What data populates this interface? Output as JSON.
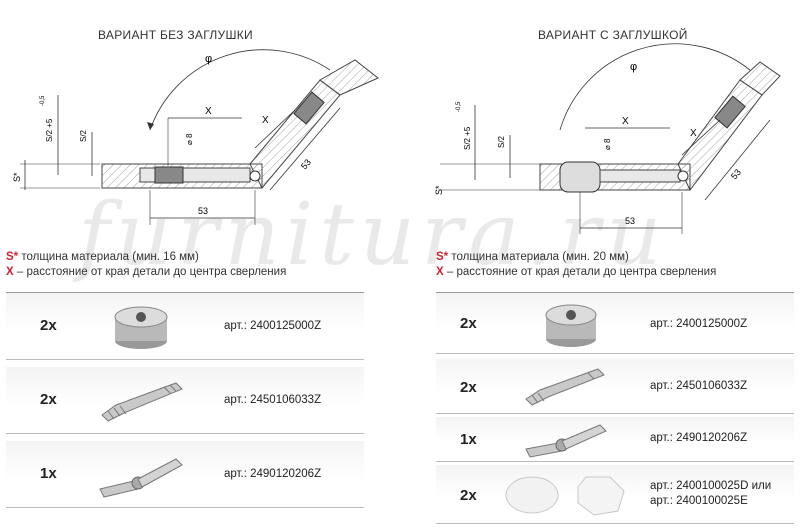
{
  "left": {
    "title": "ВАРИАНТ БЕЗ ЗАГЛУШКИ",
    "legend_s_sym": "S*",
    "legend_s_text": " толщина материала  (мин. 16 мм)",
    "legend_x_sym": "X",
    "legend_x_text": " – расстояние от края детали до центра сверления",
    "dims": {
      "phi": "φ",
      "x": "X",
      "d8": "⌀ 8",
      "s": "S*",
      "s2": "S/2",
      "s25": "S/2 +5",
      "sup": "-0,5",
      "d53a": "53",
      "d53b": "53"
    },
    "rows": [
      {
        "qty": "2x",
        "part": "cam-housing",
        "art": "арт.: 2400125000Z"
      },
      {
        "qty": "2x",
        "part": "dowel-bolt",
        "art": "арт.: 2450106033Z"
      },
      {
        "qty": "1x",
        "part": "angle-connector",
        "art": "арт.: 2490120206Z"
      }
    ]
  },
  "right": {
    "title": "ВАРИАНТ С ЗАГЛУШКОЙ",
    "legend_s_sym": "S*",
    "legend_s_text": " толщина материала  (мин. 20 мм)",
    "legend_x_sym": "X",
    "legend_x_text": " – расстояние от края детали до центра сверления",
    "dims": {
      "phi": "φ",
      "x": "X",
      "d8": "⌀ 8",
      "s": "S*",
      "s2": "S/2",
      "s25": "S/2 +5",
      "sup": "-0,5",
      "d53a": "53",
      "d53b": "53"
    },
    "rows": [
      {
        "qty": "2x",
        "part": "cam-housing",
        "art": "арт.: 2400125000Z"
      },
      {
        "qty": "2x",
        "part": "dowel-bolt",
        "art": "арт.: 2450106033Z"
      },
      {
        "qty": "1x",
        "part": "angle-connector",
        "art": "арт.: 2490120206Z"
      },
      {
        "qty": "2x",
        "part": "caps",
        "art": "арт.: 2400100025D или",
        "art2": "арт.: 2400100025E"
      }
    ]
  },
  "watermark": "furnitura.ru"
}
